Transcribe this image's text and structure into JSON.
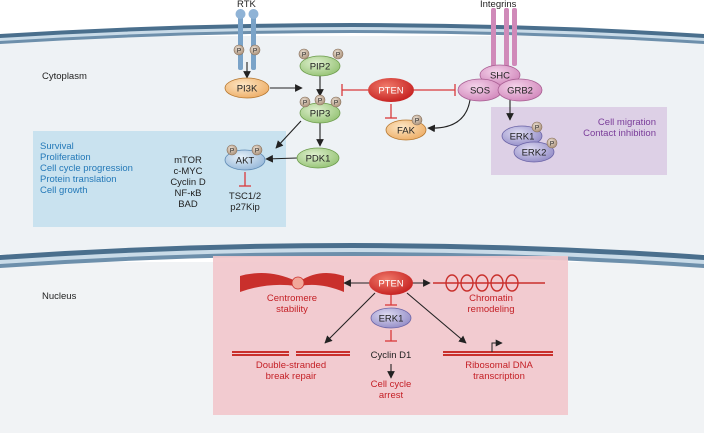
{
  "receptors": {
    "rtk": "RTK",
    "integrins": "Integrins"
  },
  "compartments": {
    "cytoplasm": "Cytoplasm",
    "nucleus": "Nucleus"
  },
  "phospho": "P",
  "nodes": {
    "pi3k": "PI3K",
    "pip2": "PIP2",
    "pip3": "PIP3",
    "pten_cyto": "PTEN",
    "shc": "SHC",
    "sos": "SOS",
    "grb2": "GRB2",
    "fak": "FAK",
    "akt": "AKT",
    "pdk1": "PDK1",
    "erk1_cyto": "ERK1",
    "erk2_cyto": "ERK2",
    "pten_nuc": "PTEN",
    "erk1_nuc": "ERK1"
  },
  "akt_outcomes": [
    "Survival",
    "Proliferation",
    "Cell cycle progression",
    "Protein translation",
    "Cell growth"
  ],
  "akt_targets": [
    "mTOR",
    "c-MYC",
    "Cyclin D",
    "NF-κB",
    "BAD"
  ],
  "akt_inhibited": [
    "TSC1/2",
    "p27Kip"
  ],
  "erk_outcomes": [
    "Cell migration",
    "Contact inhibition"
  ],
  "nuclear": {
    "centromere": [
      "Centromere",
      "stability"
    ],
    "chromatin": [
      "Chromatin",
      "remodeling"
    ],
    "dsb": [
      "Double-stranded",
      "break repair"
    ],
    "ribosomal": [
      "Ribosomal DNA",
      "transcription"
    ],
    "cyclin": "Cyclin D1",
    "arrest": [
      "Cell cycle",
      "arrest"
    ]
  },
  "colors": {
    "membrane": "#5b7d9a",
    "cytoplasm_bg": "#eef2f5",
    "akt_panel": "#c9e2ef",
    "erk_panel": "#ddd0e6",
    "nucleus_panel": "#f2c8cc",
    "pten": "#d62a2a",
    "inhibit": "#d93a3a",
    "green_node": "#a9cf8a",
    "blue_node": "#aac7e2",
    "orange_node": "#f4c489",
    "pink_node": "#d99ac6",
    "purple_node": "#a9a3d3",
    "phospho": "#b7a08a"
  }
}
